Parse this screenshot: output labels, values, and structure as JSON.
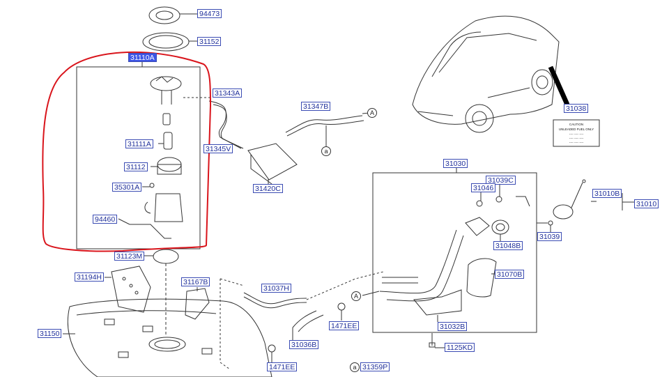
{
  "labels": {
    "p94473": "94473",
    "p31152": "31152",
    "p31110a": "31110A",
    "p31343a": "31343A",
    "p31347b": "31347B",
    "p31111a": "31111A",
    "p31345v": "31345V",
    "p31112": "31112",
    "p35301a": "35301A",
    "p31420c": "31420C",
    "p94460": "94460",
    "p31123m": "31123M",
    "p31038": "31038",
    "p31030": "31030",
    "p31039c": "31039C",
    "p31046": "31046",
    "p31010b": "31010B",
    "p31010": "31010",
    "p31048b": "31048B",
    "p31039": "31039",
    "p31070b": "31070B",
    "p31194h": "31194H",
    "p31167b": "31167B",
    "p31037h": "31037H",
    "p31150": "31150",
    "p31032b": "31032B",
    "p1471ee_a": "1471EE",
    "p31036b": "31036B",
    "p1125kd": "1125KD",
    "p1471ee_b": "1471EE",
    "p31359p": "31359P"
  },
  "refs": {
    "a": "a",
    "A": "A"
  },
  "decal_text": [
    "CAUTION",
    "UNLEADED FUEL ONLY",
    "---- ---- ----",
    "---- ---- ----",
    "---- ---- ----"
  ],
  "colors": {
    "label_text": "#1f2f9a",
    "label_border": "#3a4bb3",
    "highlight": "#3d55e6",
    "markup": "#d9141b",
    "line": "#333333"
  }
}
